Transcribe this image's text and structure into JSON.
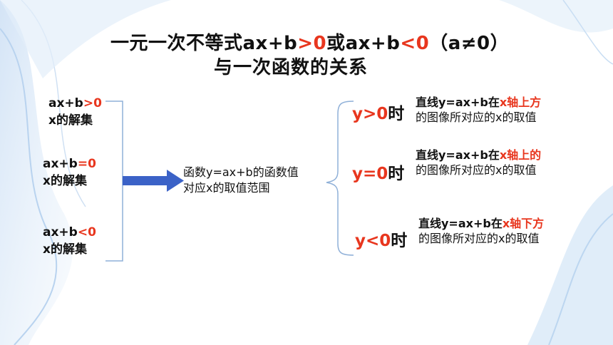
{
  "title": {
    "line1": {
      "p1": "一元一次不等式ax+b",
      "p2": ">0",
      "p3": "或ax+b",
      "p4": "<0",
      "p5": "（a≠0）"
    },
    "line2": "与一次函数的关系"
  },
  "left": [
    {
      "expr": "ax+b",
      "sign": ">0",
      "text": "x的解集"
    },
    {
      "expr": "ax+b",
      "sign": "=0",
      "text": "x的解集"
    },
    {
      "expr": "ax+b",
      "sign": "<0",
      "text": "x的解集"
    }
  ],
  "middle": {
    "line1": "函数y=ax+b的函数值",
    "line2": "对应x的取值范围"
  },
  "right": [
    {
      "cond": "y>0",
      "cond_suffix": "时",
      "pre": "直线y=ax+b在",
      "hl": "x轴上方",
      "line2": "的图像所对应的x的取值"
    },
    {
      "cond": "y=0",
      "cond_suffix": "时",
      "pre": "直线y=ax+b在",
      "hl": "x轴上的",
      "line2": "的图像所对应的x的取值"
    },
    {
      "cond": "y<0",
      "cond_suffix": "时",
      "pre": "直线y=ax+b在",
      "hl": "x轴下方",
      "line2": "的图像所对应的x的取值"
    }
  ],
  "colors": {
    "accent": "#e8361e",
    "arrow": "#3b62c7",
    "bracket": "#8fb0d8"
  }
}
